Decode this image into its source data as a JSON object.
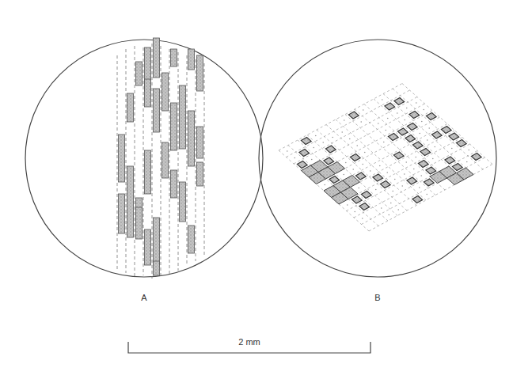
{
  "diagram": {
    "labels": [
      "A",
      "B",
      "2 mm"
    ]
  }
}
